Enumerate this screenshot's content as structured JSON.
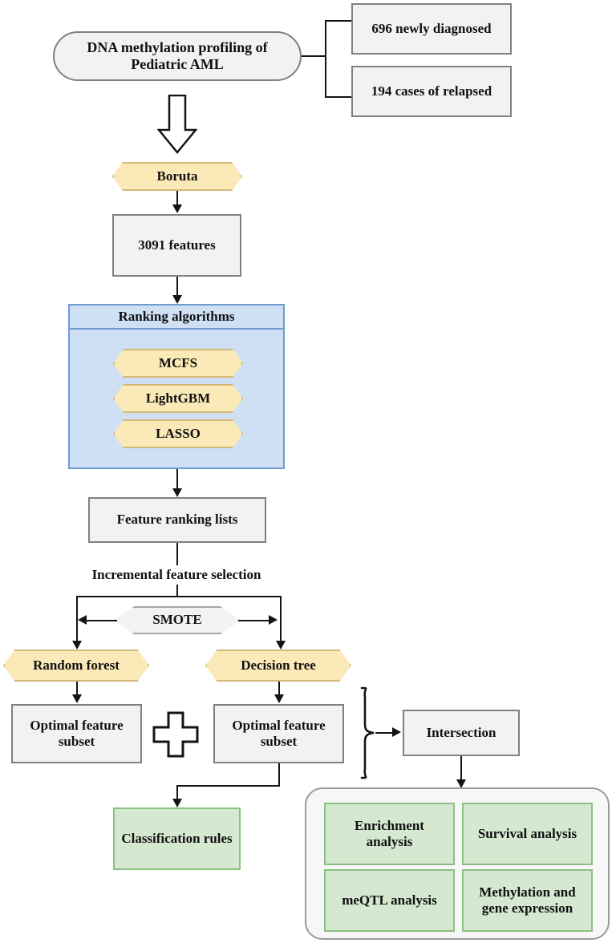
{
  "diagram": {
    "title": "Pediatric AML DNA methylation analysis workflow",
    "colors": {
      "grey_fill": "#f2f2f2",
      "grey_border": "#808080",
      "yellow_fill": "#fbe9b7",
      "yellow_border": "#d4b878",
      "blue_fill": "#cfe0f5",
      "blue_border": "#6f9bd1",
      "green_fill": "#d5e8d0",
      "green_border": "#8cbf82",
      "line": "#141414"
    }
  },
  "source": {
    "label": "DNA methylation profiling of Pediatric AML",
    "cohorts": [
      {
        "label": "696 newly diagnosed",
        "count": 696,
        "group": "newly diagnosed"
      },
      {
        "label": "194 cases of relapsed",
        "count": 194,
        "group": "relapsed"
      }
    ]
  },
  "feature_selection": {
    "boruta_label": "Boruta",
    "features_label": "3091 features",
    "features_count": 3091
  },
  "ranking": {
    "panel_title": "Ranking algorithms",
    "algorithms": [
      {
        "label": "MCFS"
      },
      {
        "label": "LightGBM"
      },
      {
        "label": "LASSO"
      }
    ],
    "output_label": "Feature ranking lists"
  },
  "ifs": {
    "caption": "Incremental feature selection",
    "sampler_label": "SMOTE",
    "classifiers": [
      {
        "label": "Random forest"
      },
      {
        "label": "Decision tree"
      }
    ],
    "subset_left_label": "Optimal feature subset",
    "subset_right_label": "Optimal feature subset",
    "combine_symbol": "plus"
  },
  "outputs": {
    "classification_rules_label": "Classification rules",
    "intersection_label": "Intersection",
    "downstream_analyses": [
      {
        "label": "Enrichment analysis"
      },
      {
        "label": "Survival analysis"
      },
      {
        "label": "meQTL analysis"
      },
      {
        "label": "Methylation and gene expression"
      }
    ]
  }
}
